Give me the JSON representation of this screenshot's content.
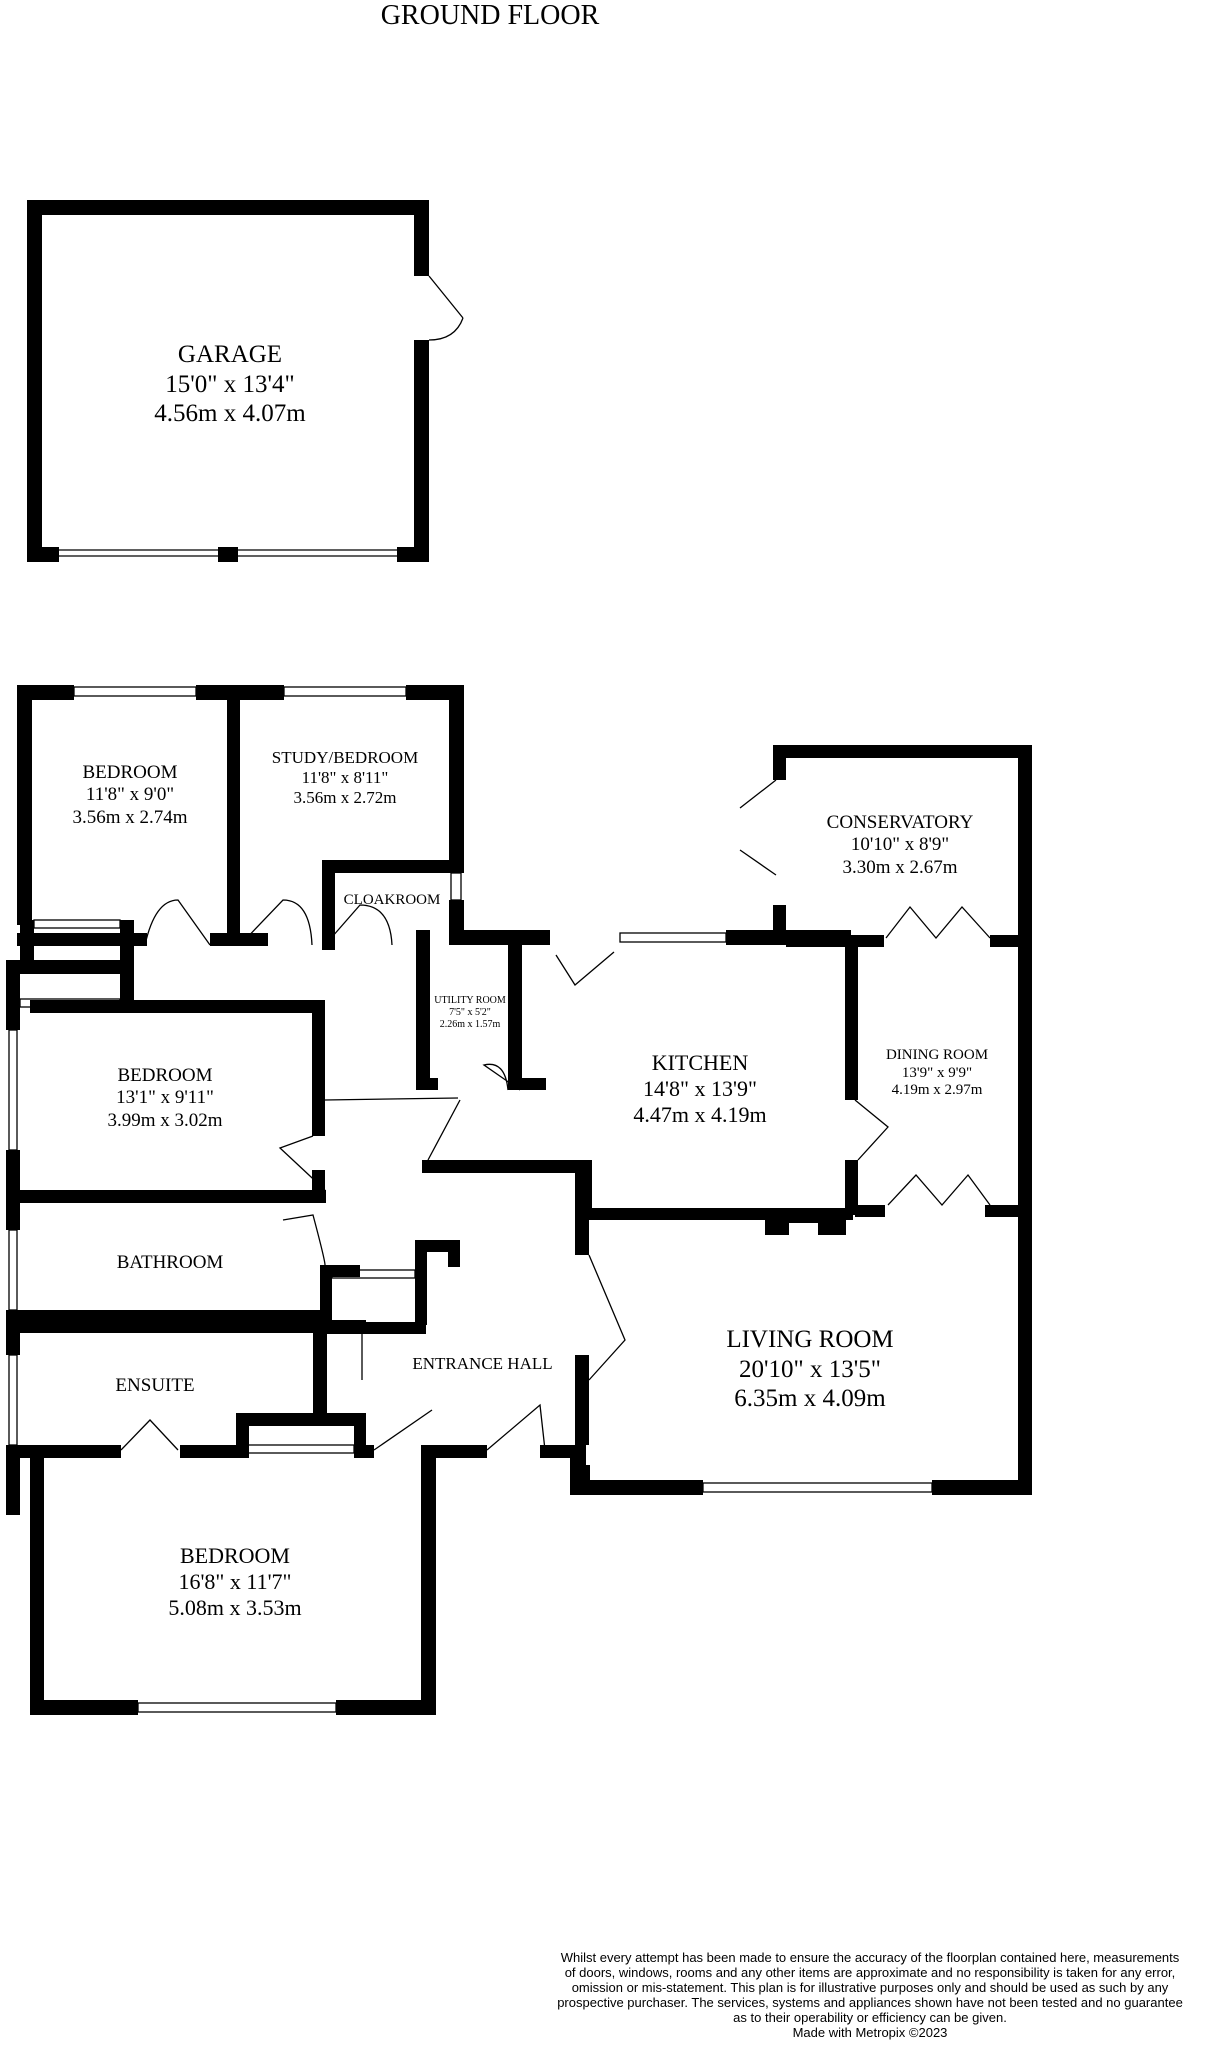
{
  "title": "GROUND FLOOR",
  "rooms": {
    "garage": {
      "name": "GARAGE",
      "imperial": "15'0\"  x 13'4\"",
      "metric": "4.56m  x 4.07m"
    },
    "bedroom1": {
      "name": "BEDROOM",
      "imperial": "11'8\"  x 9'0\"",
      "metric": "3.56m  x 2.74m"
    },
    "study": {
      "name": "STUDY/BEDROOM",
      "imperial": "11'8\"  x 8'11\"",
      "metric": "3.56m  x 2.72m"
    },
    "cloakroom": {
      "name": "CLOAKROOM"
    },
    "conservatory": {
      "name": "CONSERVATORY",
      "imperial": "10'10\"  x 8'9\"",
      "metric": "3.30m  x 2.67m"
    },
    "utility": {
      "name": "UTILITY ROOM",
      "imperial": "7'5\"  x 5'2\"",
      "metric": "2.26m  x 1.57m"
    },
    "bedroom2": {
      "name": "BEDROOM",
      "imperial": "13'1\"  x 9'11\"",
      "metric": "3.99m  x 3.02m"
    },
    "kitchen": {
      "name": "KITCHEN",
      "imperial": "14'8\"  x 13'9\"",
      "metric": "4.47m  x 4.19m"
    },
    "dining": {
      "name": "DINING ROOM",
      "imperial": "13'9\"  x 9'9\"",
      "metric": "4.19m  x 2.97m"
    },
    "bathroom": {
      "name": "BATHROOM"
    },
    "entrance": {
      "name": "ENTRANCE HALL"
    },
    "living": {
      "name": "LIVING ROOM",
      "imperial": "20'10\"  x 13'5\"",
      "metric": "6.35m  x 4.09m"
    },
    "ensuite": {
      "name": "ENSUITE"
    },
    "bedroom3": {
      "name": "BEDROOM",
      "imperial": "16'8\"  x 11'7\"",
      "metric": "5.08m  x 3.53m"
    }
  },
  "disclaimer": {
    "line1": "Whilst every attempt has been made to ensure the accuracy of the floorplan contained here, measurements",
    "line2": "of doors, windows, rooms and any other items are approximate and no responsibility is taken for any error,",
    "line3": "omission or mis-statement. This plan is for illustrative purposes only and should be used as such by any",
    "line4": "prospective purchaser. The services, systems and appliances shown have not been tested and no guarantee",
    "line5": "as to their operability or efficiency can be given.",
    "line6": "Made with Metropix ©2023"
  }
}
